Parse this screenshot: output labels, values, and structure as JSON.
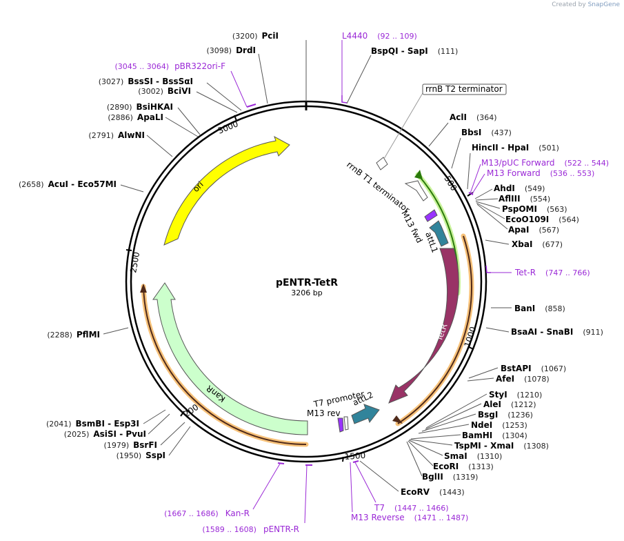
{
  "credit": {
    "prefix": "Created by",
    "brand": "SnapGene"
  },
  "plasmid": {
    "name": "pENTR-TetR",
    "length_label": "3206 bp",
    "length": 3206
  },
  "ticks": [
    {
      "bp": 500,
      "label": "500"
    },
    {
      "bp": 1000,
      "label": "1000"
    },
    {
      "bp": 1500,
      "label": "1500"
    },
    {
      "bp": 2000,
      "label": "2000"
    },
    {
      "bp": 2500,
      "label": "2500"
    },
    {
      "bp": 3000,
      "label": "3000"
    }
  ],
  "enzymes": [
    {
      "name": "PciI",
      "pos": "(3200)",
      "bp": 3200
    },
    {
      "name": "BspQI - SapI",
      "pos": "(111)",
      "bp": 111
    },
    {
      "name": "DrdI",
      "pos": "(3098)",
      "bp": 3098
    },
    {
      "name": "BssSI - BssSαI",
      "pos": "(3027)",
      "bp": 3027
    },
    {
      "name": "BciVI",
      "pos": "(3002)",
      "bp": 3002
    },
    {
      "name": "BsiHKAI",
      "pos": "(2890)",
      "bp": 2890
    },
    {
      "name": "ApaLI",
      "pos": "(2886)",
      "bp": 2886
    },
    {
      "name": "AlwNI",
      "pos": "(2791)",
      "bp": 2791
    },
    {
      "name": "AcuI - Eco57MI",
      "pos": "(2658)",
      "bp": 2658
    },
    {
      "name": "PflMI",
      "pos": "(2288)",
      "bp": 2288
    },
    {
      "name": "BsmBI - Esp3I",
      "pos": "(2041)",
      "bp": 2041
    },
    {
      "name": "AsiSI - PvuI",
      "pos": "(2025)",
      "bp": 2025
    },
    {
      "name": "BsrFI",
      "pos": "(1979)",
      "bp": 1979
    },
    {
      "name": "SspI",
      "pos": "(1950)",
      "bp": 1950
    },
    {
      "name": "AclI",
      "pos": "(364)",
      "bp": 364
    },
    {
      "name": "BbsI",
      "pos": "(437)",
      "bp": 437
    },
    {
      "name": "HincII - HpaI",
      "pos": "(501)",
      "bp": 501
    },
    {
      "name": "AhdI",
      "pos": "(549)",
      "bp": 549
    },
    {
      "name": "AflIII",
      "pos": "(554)",
      "bp": 554
    },
    {
      "name": "PspOMI",
      "pos": "(563)",
      "bp": 563
    },
    {
      "name": "EcoO109I",
      "pos": "(564)",
      "bp": 564
    },
    {
      "name": "ApaI",
      "pos": "(567)",
      "bp": 567
    },
    {
      "name": "XbaI",
      "pos": "(677)",
      "bp": 677
    },
    {
      "name": "BanI",
      "pos": "(858)",
      "bp": 858
    },
    {
      "name": "BsaAI - SnaBI",
      "pos": "(911)",
      "bp": 911
    },
    {
      "name": "BstAPI",
      "pos": "(1067)",
      "bp": 1067
    },
    {
      "name": "AfeI",
      "pos": "(1078)",
      "bp": 1078
    },
    {
      "name": "StyI",
      "pos": "(1210)",
      "bp": 1210
    },
    {
      "name": "AleI",
      "pos": "(1212)",
      "bp": 1212
    },
    {
      "name": "BsgI",
      "pos": "(1236)",
      "bp": 1236
    },
    {
      "name": "NdeI",
      "pos": "(1253)",
      "bp": 1253
    },
    {
      "name": "BamHI",
      "pos": "(1304)",
      "bp": 1304
    },
    {
      "name": "TspMI - XmaI",
      "pos": "(1308)",
      "bp": 1308
    },
    {
      "name": "SmaI",
      "pos": "(1310)",
      "bp": 1310
    },
    {
      "name": "EcoRI",
      "pos": "(1313)",
      "bp": 1313
    },
    {
      "name": "BglII",
      "pos": "(1319)",
      "bp": 1319
    },
    {
      "name": "EcoRV",
      "pos": "(1443)",
      "bp": 1443
    }
  ],
  "primers": [
    {
      "name": "L4440",
      "range": "(92 .. 109)",
      "bp": 100
    },
    {
      "name": "pBR322ori-F",
      "range": "(3045 .. 3064)",
      "bp": 3054
    },
    {
      "name": "M13/pUC Forward",
      "range": "(522 .. 544)",
      "bp": 533
    },
    {
      "name": "M13 Forward",
      "range": "(536 .. 553)",
      "bp": 545
    },
    {
      "name": "Tet-R",
      "range": "(747 .. 766)",
      "bp": 756
    },
    {
      "name": "T7",
      "range": "(1447 .. 1466)",
      "bp": 1456
    },
    {
      "name": "M13 Reverse",
      "range": "(1471 .. 1487)",
      "bp": 1479
    },
    {
      "name": "Kan-R",
      "range": "(1667 .. 1686)",
      "bp": 1676
    },
    {
      "name": "pENTR-R",
      "range": "(1589 .. 1608)",
      "bp": 1598
    }
  ],
  "features": [
    {
      "name": "ori",
      "color": "#ffff00"
    },
    {
      "name": "KanR",
      "color": "#ccffcc"
    },
    {
      "name": "TetR",
      "color": "#993366"
    },
    {
      "name": "attL1",
      "color": "#31849b"
    },
    {
      "name": "attL2",
      "color": "#31849b"
    },
    {
      "name": "rrnB T1 terminator",
      "color": "#ffffff"
    },
    {
      "name": "rrnB T2 terminator",
      "color": "#ffffff"
    },
    {
      "name": "M13 fwd",
      "color": "#9933ff"
    },
    {
      "name": "M13 rev",
      "color": "#9933ff"
    },
    {
      "name": "T7 promoter",
      "color": "#ffffff"
    }
  ],
  "colors": {
    "primer": "#9a28d6",
    "ring": "#000000",
    "orf": "#f5b342",
    "orf_core": "#4f2a1a",
    "lacz": "#2a7a0a"
  }
}
